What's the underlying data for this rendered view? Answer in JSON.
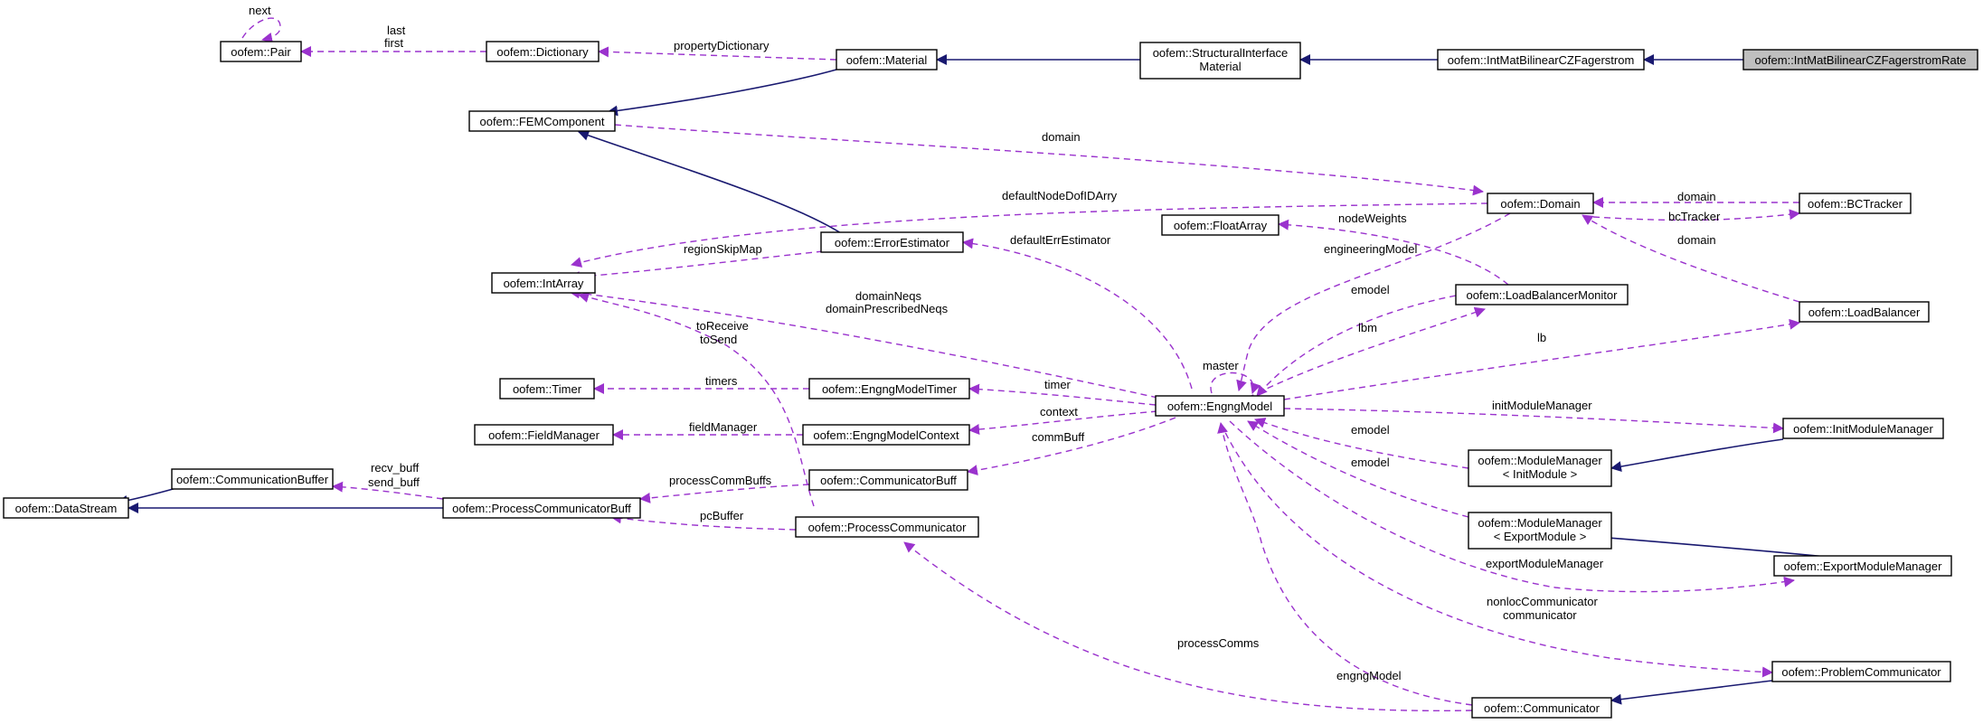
{
  "nodes": {
    "pair": "oofem::Pair",
    "dictionary": "oofem::Dictionary",
    "material": "oofem::Material",
    "structural_interface_material": [
      "oofem::StructuralInterface",
      "Material"
    ],
    "int_mat_bilinear": "oofem::IntMatBilinearCZFagerstrom",
    "int_mat_bilinear_rate": "oofem::IntMatBilinearCZFagerstromRate",
    "fem_component": "oofem::FEMComponent",
    "domain": "oofem::Domain",
    "bc_tracker": "oofem::BCTracker",
    "float_array": "oofem::FloatArray",
    "error_estimator": "oofem::ErrorEstimator",
    "int_array": "oofem::IntArray",
    "load_balancer_monitor": "oofem::LoadBalancerMonitor",
    "load_balancer": "oofem::LoadBalancer",
    "timer": "oofem::Timer",
    "engng_model_timer": "oofem::EngngModelTimer",
    "engng_model": "oofem::EngngModel",
    "init_module_manager": "oofem::InitModuleManager",
    "field_manager": "oofem::FieldManager",
    "engng_model_context": "oofem::EngngModelContext",
    "module_manager_init": [
      "oofem::ModuleManager",
      "< InitModule >"
    ],
    "communication_buffer": "oofem::CommunicationBuffer",
    "communicator_buff": "oofem::CommunicatorBuff",
    "data_stream": "oofem::DataStream",
    "process_communicator_buff": "oofem::ProcessCommunicatorBuff",
    "process_communicator": "oofem::ProcessCommunicator",
    "module_manager_export": [
      "oofem::ModuleManager",
      "< ExportModule >"
    ],
    "export_module_manager": "oofem::ExportModuleManager",
    "problem_communicator": "oofem::ProblemCommunicator",
    "communicator": "oofem::Communicator"
  },
  "edge_labels": {
    "next": "next",
    "last_first": [
      "last",
      "first"
    ],
    "property_dictionary": "propertyDictionary",
    "domain_fem": "domain",
    "default_node_dof": "defaultNodeDofIDArry",
    "domain_bc": "domain",
    "bc_tracker": "bcTracker",
    "domain_lb": "domain",
    "node_weights": "nodeWeights",
    "default_err": "defaultErrEstimator",
    "region_skip": "regionSkipMap",
    "engineering_model": "engineeringModel",
    "to_receive_send": [
      "toReceive",
      "toSend"
    ],
    "domain_neqs": [
      "domainNeqs",
      "domainPrescribedNeqs"
    ],
    "emodel_lbm": "emodel",
    "master": "master",
    "lbm": "lbm",
    "lb": "lb",
    "timers": "timers",
    "timer": "timer",
    "context": "context",
    "field_manager": "fieldManager",
    "init_module_manager": "initModuleManager",
    "comm_buff": "commBuff",
    "emodel_init": "emodel",
    "emodel_export": "emodel",
    "recv_send_buff": [
      "recv_buff",
      "send_buff"
    ],
    "process_comm_buffs": "processCommBuffs",
    "pc_buffer": "pcBuffer",
    "export_module_manager": "exportModuleManager",
    "nonloc_communicator": [
      "nonlocCommunicator",
      "communicator"
    ],
    "process_comms": "processComms",
    "engng_model": "engngModel"
  }
}
